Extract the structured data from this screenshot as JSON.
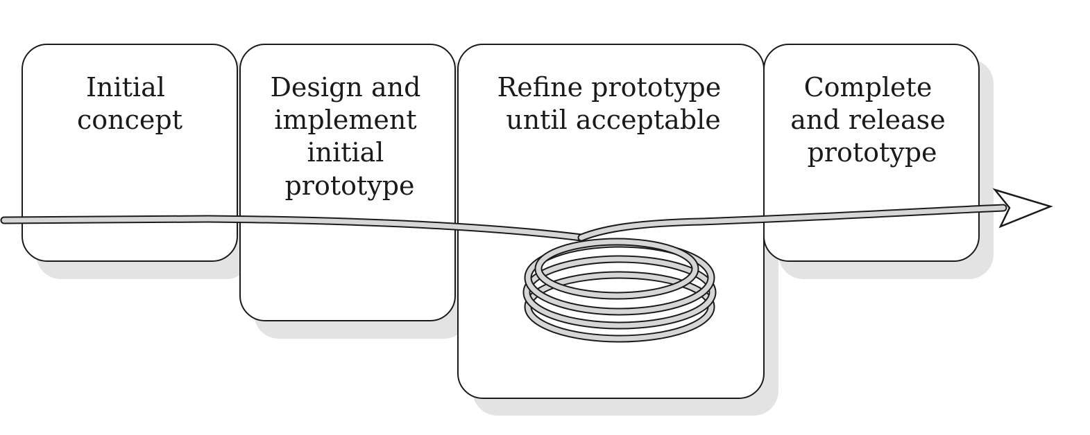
{
  "diagram": {
    "stages": [
      {
        "id": "initial-concept",
        "lines": [
          "Initial",
          "concept"
        ]
      },
      {
        "id": "design-implement",
        "lines": [
          "Design and",
          "implement",
          "initial",
          "prototype"
        ]
      },
      {
        "id": "refine",
        "lines": [
          "Refine prototype",
          "until acceptable"
        ]
      },
      {
        "id": "complete-release",
        "lines": [
          "Complete",
          "and release",
          "prototype"
        ]
      }
    ],
    "colors": {
      "stroke": "#1a1a1a",
      "shadow": "#e3e3e3",
      "ribbon": "#d6d6d6",
      "box_fill": "#ffffff"
    }
  }
}
